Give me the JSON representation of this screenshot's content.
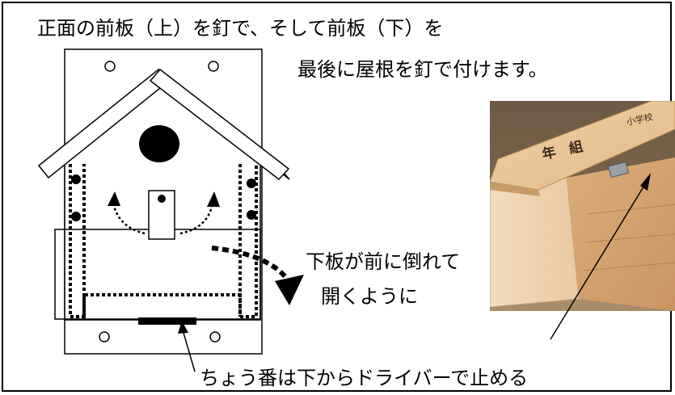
{
  "instructions": {
    "line1": "正面の前板（上）を釘で、そして前板（下）を",
    "line2": "最後に屋根を釘で付けます。"
  },
  "callouts": {
    "bottom_board_line1": "下板が前に倒れて",
    "bottom_board_line2": "開くように",
    "hinge_note": "ちょう番は下からドライバーで止める"
  },
  "photo_labels": {
    "grade_class": "年　組",
    "school": "小学校"
  }
}
